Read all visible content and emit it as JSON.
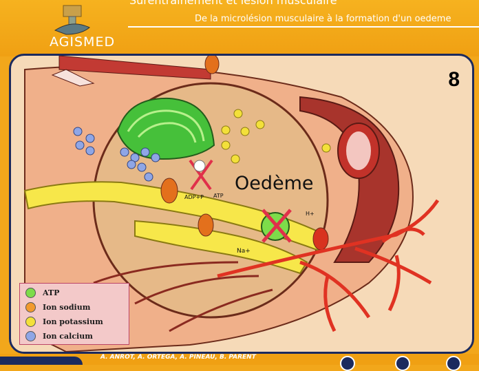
{
  "header": {
    "logo_text": "AGISMED",
    "top_title": "Surentraînement et lésion musculaire",
    "subtitle": "De la microlésion musculaire à la formation d'un oedeme"
  },
  "slide": {
    "number": "8",
    "oedeme_label": "Oedème",
    "adp_label": "ADP+P",
    "atp_label": "ATP",
    "h_label": "H+",
    "na_label": "Na+"
  },
  "legend": {
    "items": [
      {
        "label": "ATP",
        "color": "#7ddc4a"
      },
      {
        "label": "Ion sodium",
        "color": "#f29a2e"
      },
      {
        "label": "Ion potassium",
        "color": "#f3e03a"
      },
      {
        "label": "Ion calcium",
        "color": "#8fa6e6"
      }
    ]
  },
  "footer": {
    "credits": "A. ANROT, A. ORTEGA, A. PINEAU, B. PARENT"
  },
  "colors": {
    "background": "#f2a71b",
    "frame": "#1b2a5e",
    "muscle": "#a8342c",
    "vessel": "#e03222"
  }
}
